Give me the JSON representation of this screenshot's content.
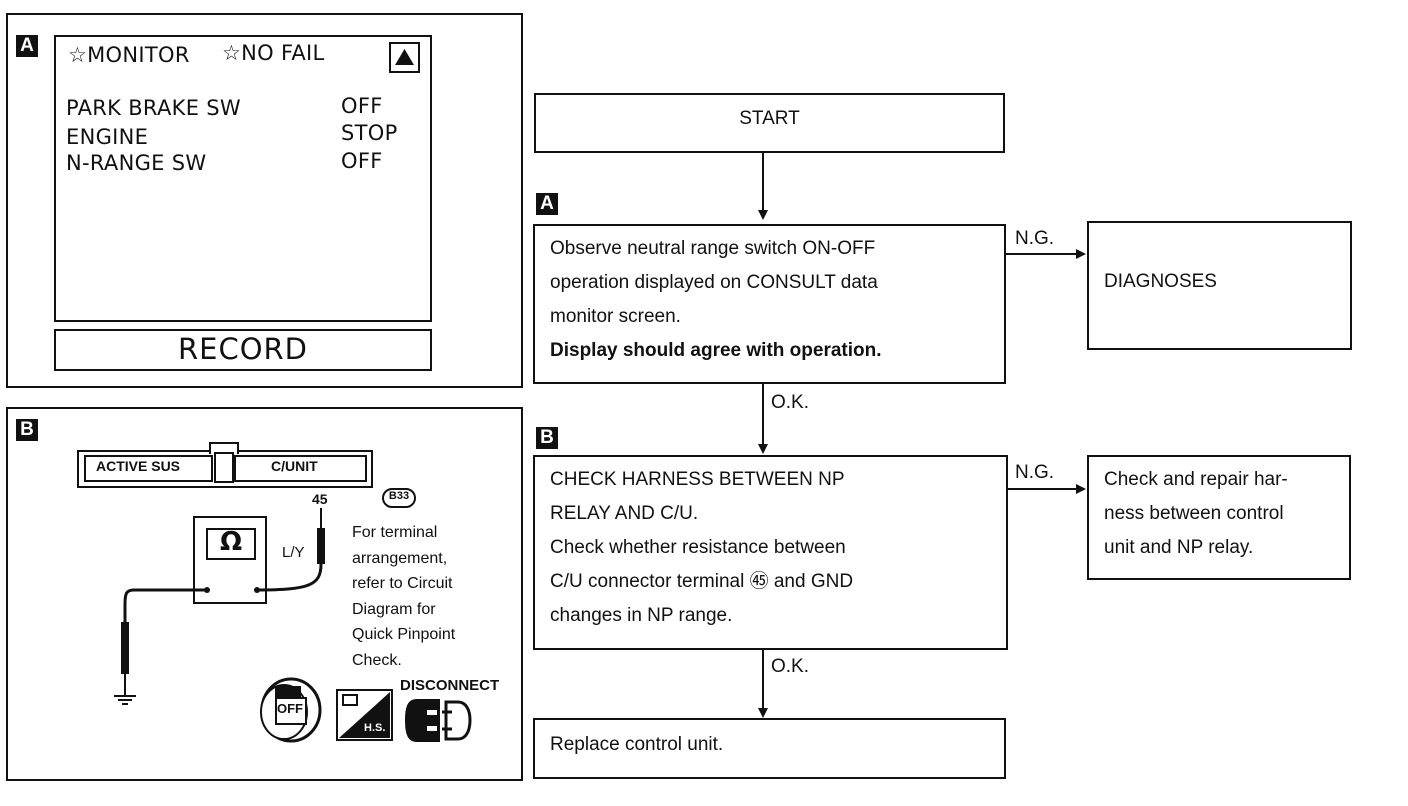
{
  "panel_a": {
    "tag": "A",
    "header_monitor": "☆MONITOR",
    "header_nofail": "☆NO FAIL",
    "rows": [
      {
        "label": "PARK BRAKE SW",
        "value": "OFF"
      },
      {
        "label": "ENGINE",
        "value": "STOP"
      },
      {
        "label": "N-RANGE SW",
        "value": "OFF"
      }
    ],
    "record_label": "RECORD"
  },
  "panel_b": {
    "tag": "B",
    "connector_left": "ACTIVE SUS",
    "connector_right": "C/UNIT",
    "terminal": "45",
    "connector_code": "B33",
    "wire_color": "L/Y",
    "ohm_symbol": "Ω",
    "note_lines": [
      "For terminal",
      "arrangement,",
      "refer to Circuit",
      "Diagram for",
      "Quick Pinpoint",
      "Check."
    ],
    "key_label": "OFF",
    "hs_label": "H.S.",
    "disconnect_label": "DISCONNECT"
  },
  "flow": {
    "start": "START",
    "step_a_tag": "A",
    "step_a_lines": [
      "Observe neutral range switch ON-OFF",
      "operation displayed on CONSULT data",
      "monitor screen."
    ],
    "step_a_bold": "Display should agree with operation.",
    "ng_label_1": "N.G.",
    "diagnoses": "DIAGNOSES",
    "ok_label_1": "O.K.",
    "step_b_tag": "B",
    "step_b_lines": [
      "CHECK HARNESS BETWEEN NP",
      "RELAY AND C/U.",
      "Check whether resistance between",
      "C/U connector terminal ㊺ and GND",
      "changes in NP range."
    ],
    "ng_label_2": "N.G.",
    "repair_lines": [
      "Check and repair har-",
      "ness between control",
      "unit and NP relay."
    ],
    "ok_label_2": "O.K.",
    "replace": "Replace control unit."
  }
}
